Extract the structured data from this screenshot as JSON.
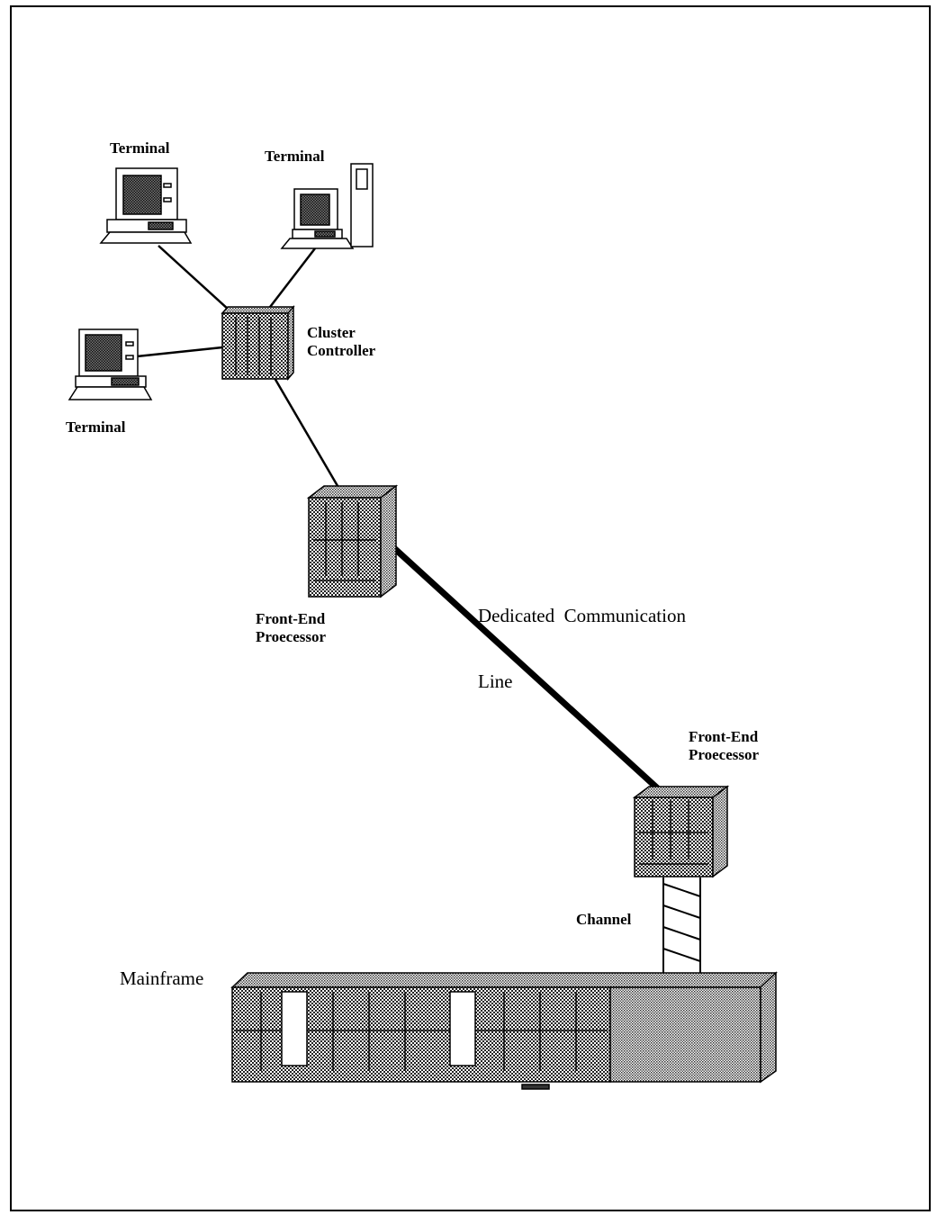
{
  "labels": {
    "terminal_top_left": "Terminal",
    "terminal_top_right": "Terminal",
    "terminal_left": "Terminal",
    "cluster_controller": [
      "Cluster",
      "Controller"
    ],
    "fep_local": [
      "Front-End",
      "Proecessor"
    ],
    "dedicated_line": [
      "Dedicated  Communication",
      "Line"
    ],
    "fep_remote": [
      "Front-End",
      "Proecessor"
    ],
    "channel": "Channel",
    "mainframe": "Mainframe"
  },
  "colors": {
    "line": "#000000",
    "device_fill": "#b8b8b8",
    "screen_fill": "#555555"
  },
  "icons": {
    "terminal": "desktop-terminal-icon",
    "cluster_controller": "cluster-controller-icon",
    "front_end_processor": "front-end-processor-icon",
    "mainframe": "mainframe-icon"
  }
}
